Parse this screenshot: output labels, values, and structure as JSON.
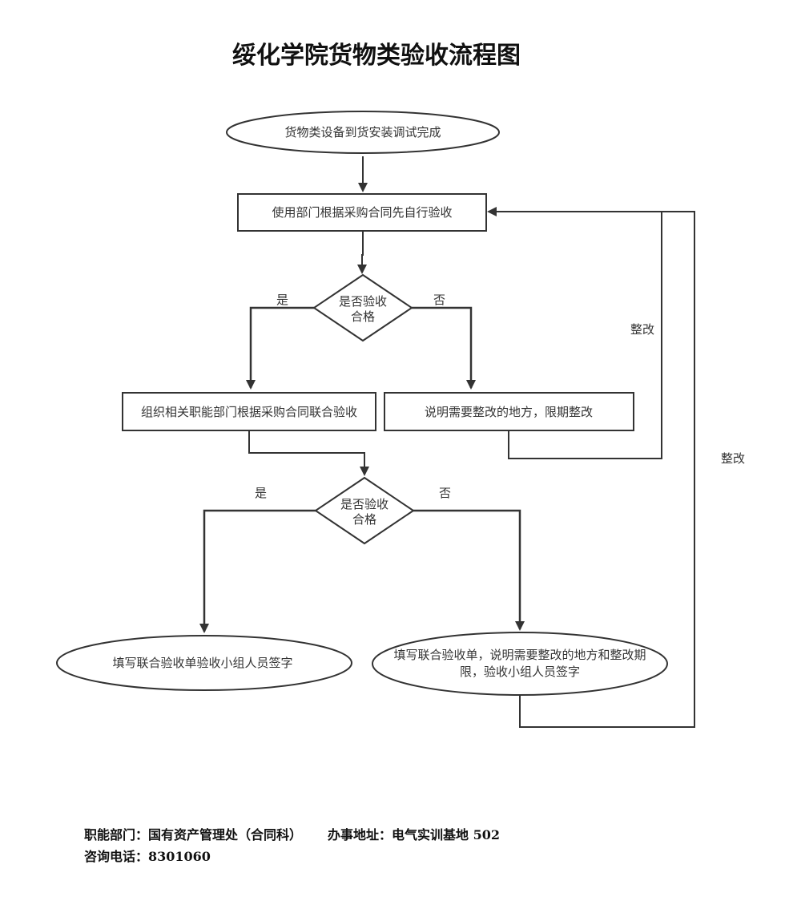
{
  "title": "绥化学院货物类验收流程图",
  "nodes": {
    "start": "货物类设备到货安装调试完成",
    "self_check": "使用部门根据采购合同先自行验收",
    "decision1_line1": "是否验收",
    "decision1_line2": "合格",
    "joint_check": "组织相关职能部门根据采购合同联合验收",
    "fix_notice": "说明需要整改的地方，限期整改",
    "decision2_line1": "是否验收",
    "decision2_line2": "合格",
    "end_pass": "填写联合验收单验收小组人员签字",
    "end_fail_line1": "填写联合验收单，说明需要整改的地方和整改期",
    "end_fail_line2": "限，验收小组人员签字"
  },
  "edge_labels": {
    "d1_yes": "是",
    "d1_no": "否",
    "d2_yes": "是",
    "d2_no": "否",
    "loop_inner": "整改",
    "loop_outer": "整改"
  },
  "footer": {
    "dept": "职能部门：国有资产管理处（合同科）",
    "address": "办事地址：电气实训基地 502",
    "phone": "咨询电话：8301060"
  }
}
